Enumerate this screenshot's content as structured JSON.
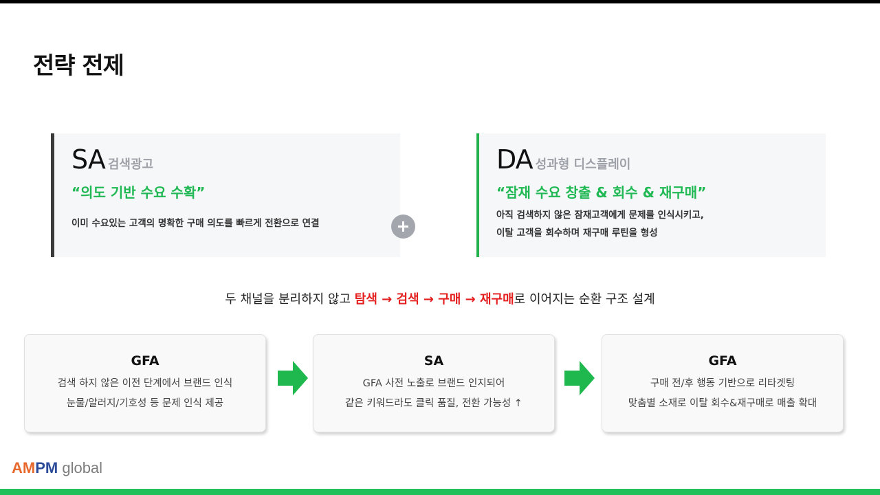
{
  "page_title": "전략 전제",
  "cards": {
    "sa": {
      "code": "SA",
      "subtitle": "검색광고",
      "quote": "“의도 기반 수요 수확”",
      "desc_lines": [
        "이미 수요있는 고객의 명확한 구매 의도를 빠르게 전환으로 연결"
      ]
    },
    "da": {
      "code": "DA",
      "subtitle": "성과형 디스플레이",
      "quote": "“잠재 수요 창출 & 회수 & 재구매”",
      "desc_lines": [
        "아직 검색하지 않은 잠재고객에게 문제를 인식시키고,",
        "이탈 고객을 회수하며 재구매 루틴을 형성"
      ]
    }
  },
  "flow_caption": {
    "prefix": "두 채널을 분리하지 않고 ",
    "highlight": "탐색 → 검색 → 구매 → 재구매",
    "suffix": "로 이어지는 순환 구조 설계"
  },
  "steps": [
    {
      "title": "GFA",
      "lines": [
        "검색 하지 않은 이전 단계에서 브랜드 인식",
        "눈물/알러지/기호성 등 문제 인식 제공"
      ]
    },
    {
      "title": "SA",
      "lines": [
        "GFA 사전 노출로 브랜드 인지되어",
        "같은 키워드라도 클릭 품질, 전환 가능성 ↑"
      ]
    },
    {
      "title": "GFA",
      "lines": [
        "구매 전/후 행동 기반으로 리타겟팅",
        "맞춤별 소재로 이탈 회수&재구매로 매출 확대"
      ]
    }
  ],
  "logo": {
    "part1": "AM",
    "part2": "PM",
    "part3": " global"
  },
  "colors": {
    "accent_green": "#22c05a",
    "highlight_red": "#e41e1e",
    "logo_orange": "#e8692d",
    "logo_blue": "#2c4a9a"
  },
  "icons": {
    "plus": "plus-icon",
    "arrow": "arrow-right-icon"
  }
}
